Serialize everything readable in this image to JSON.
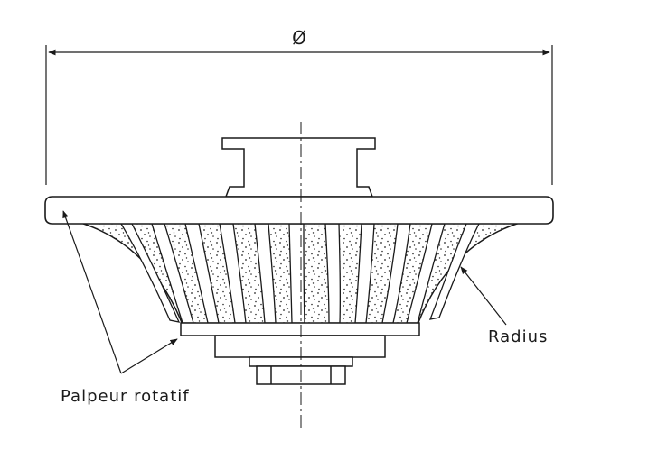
{
  "labels": {
    "diameter": "Ø",
    "radius": "Radius",
    "palpeur": "Palpeur rotatif"
  },
  "colors": {
    "stroke": "#1a1a1a",
    "fill": "#ffffff",
    "dots": "#2a2a2a"
  }
}
